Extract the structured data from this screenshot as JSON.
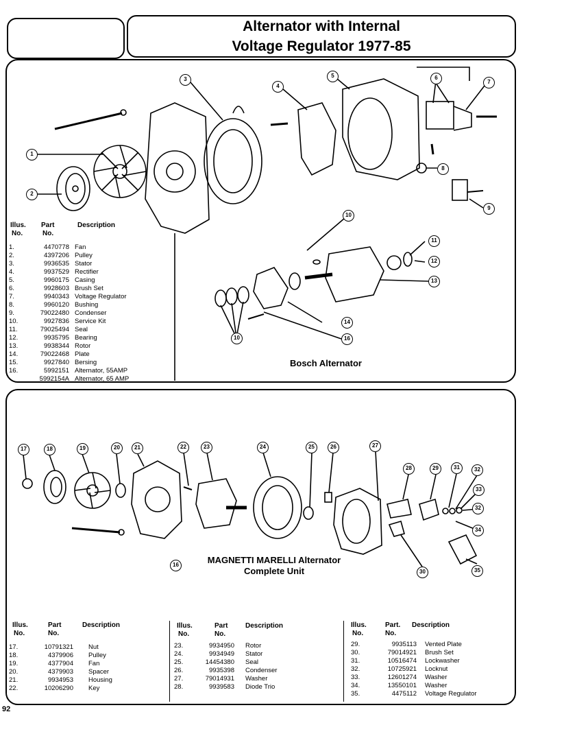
{
  "title": {
    "line1": "Alternator with Internal",
    "line2": "Voltage Regulator 1977-85"
  },
  "page_number": "92",
  "bosch": {
    "caption": "Bosch Alternator",
    "headers": {
      "illus": "Illus.",
      "illus2": "No.",
      "part": "Part",
      "part2": "No.",
      "desc": "Description"
    },
    "rows": [
      {
        "n": "1.",
        "p": "4470778",
        "d": "Fan"
      },
      {
        "n": "2.",
        "p": "4397206",
        "d": "Pulley"
      },
      {
        "n": "3.",
        "p": "9936535",
        "d": "Stator"
      },
      {
        "n": "4.",
        "p": "9937529",
        "d": "Rectifier"
      },
      {
        "n": "5.",
        "p": "9960175",
        "d": "Casing"
      },
      {
        "n": "6.",
        "p": "9928603",
        "d": "Brush Set"
      },
      {
        "n": "7.",
        "p": "9940343",
        "d": "Voltage Regulator"
      },
      {
        "n": "8.",
        "p": "9960120",
        "d": "Bushing"
      },
      {
        "n": "9.",
        "p": "79022480",
        "d": "Condenser"
      },
      {
        "n": "10.",
        "p": "9927836",
        "d": "Service Kit"
      },
      {
        "n": "11.",
        "p": "79025494",
        "d": "Seal"
      },
      {
        "n": "12.",
        "p": "9935795",
        "d": "Bearing"
      },
      {
        "n": "13.",
        "p": "9938344",
        "d": "Rotor"
      },
      {
        "n": "14.",
        "p": "79022468",
        "d": "Plate"
      },
      {
        "n": "15.",
        "p": "9927840",
        "d": "Bersing"
      },
      {
        "n": "16.",
        "p": "5992151",
        "d": "Alternator, 55AMP"
      },
      {
        "n": "",
        "p": "5992154A",
        "d": "Alternator, 65 AMP"
      }
    ],
    "callouts": [
      "1",
      "2",
      "3",
      "4",
      "5",
      "6",
      "7",
      "8",
      "9",
      "10",
      "11",
      "12",
      "13",
      "14",
      "16",
      "10"
    ]
  },
  "marelli": {
    "caption1": "MAGNETTI MARELLI Alternator",
    "caption2": "Complete Unit",
    "unit_callout": "16",
    "headers": {
      "illus": "Illus.",
      "illus2": "No.",
      "part": "Part",
      "part2": "No.",
      "part_c3": "Part.",
      "desc": "Description"
    },
    "col1": [
      {
        "n": "17.",
        "p": "10791321",
        "d": "Nut"
      },
      {
        "n": "18.",
        "p": "4379906",
        "d": "Pulley"
      },
      {
        "n": "19.",
        "p": "4377904",
        "d": "Fan"
      },
      {
        "n": "20.",
        "p": "4379903",
        "d": "Spacer"
      },
      {
        "n": "21.",
        "p": "9934953",
        "d": "Housing"
      },
      {
        "n": "22.",
        "p": "10206290",
        "d": "Key"
      }
    ],
    "col2": [
      {
        "n": "23.",
        "p": "9934950",
        "d": "Rotor"
      },
      {
        "n": "24.",
        "p": "9934949",
        "d": "Stator"
      },
      {
        "n": "25.",
        "p": "14454380",
        "d": "Seal"
      },
      {
        "n": "26.",
        "p": "9935398",
        "d": "Condenser"
      },
      {
        "n": "27.",
        "p": "79014931",
        "d": "Washer"
      },
      {
        "n": "28.",
        "p": "9939583",
        "d": "Diode Trio"
      }
    ],
    "col3": [
      {
        "n": "29.",
        "p": "9935113",
        "d": "Vented Plate"
      },
      {
        "n": "30.",
        "p": "79014921",
        "d": "Brush Set"
      },
      {
        "n": "31.",
        "p": "10516474",
        "d": "Lockwasher"
      },
      {
        "n": "32.",
        "p": "10725921",
        "d": "Locknut"
      },
      {
        "n": "33.",
        "p": "12601274",
        "d": "Washer"
      },
      {
        "n": "34.",
        "p": "13550101",
        "d": "Washer"
      },
      {
        "n": "35.",
        "p": "4475112",
        "d": "Voltage Regulator"
      }
    ],
    "callouts": [
      "17",
      "18",
      "19",
      "20",
      "21",
      "22",
      "23",
      "24",
      "25",
      "26",
      "27",
      "28",
      "29",
      "31",
      "32",
      "33",
      "32",
      "34",
      "30",
      "35"
    ]
  }
}
